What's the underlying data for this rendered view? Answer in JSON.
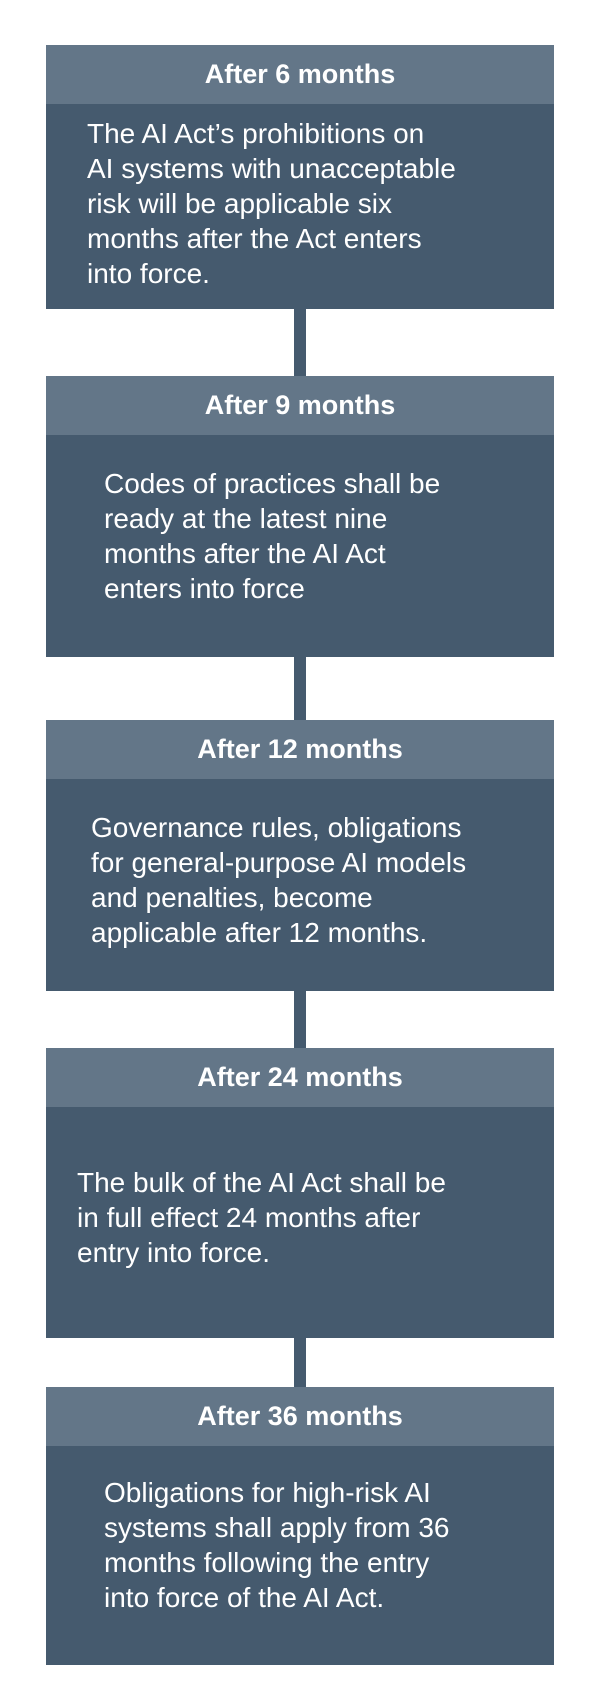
{
  "steps": [
    {
      "heading": "After 6 months",
      "text": "The AI Act’s prohibitions on\nAI systems with unacceptable\nrisk will be applicable six\nmonths after the Act enters\ninto force."
    },
    {
      "heading": "After 9 months",
      "text": "Codes of practices shall be\nready at the latest nine\nmonths after the AI Act\nenters into force"
    },
    {
      "heading": "After 12 months",
      "text": "Governance rules, obligations\nfor general-purpose AI models\nand penalties, become\napplicable after 12 months."
    },
    {
      "heading": "After 24 months",
      "text": "The bulk of the AI Act shall be\nin full effect 24 months after\nentry into force."
    },
    {
      "heading": "After 36 months",
      "text": "Obligations for high-risk AI\nsystems shall apply from 36\nmonths following the entry\ninto force of the AI Act."
    }
  ],
  "colors": {
    "header": "#637688",
    "body": "#455a6e",
    "connector": "#455a6e",
    "text": "#ffffff"
  }
}
